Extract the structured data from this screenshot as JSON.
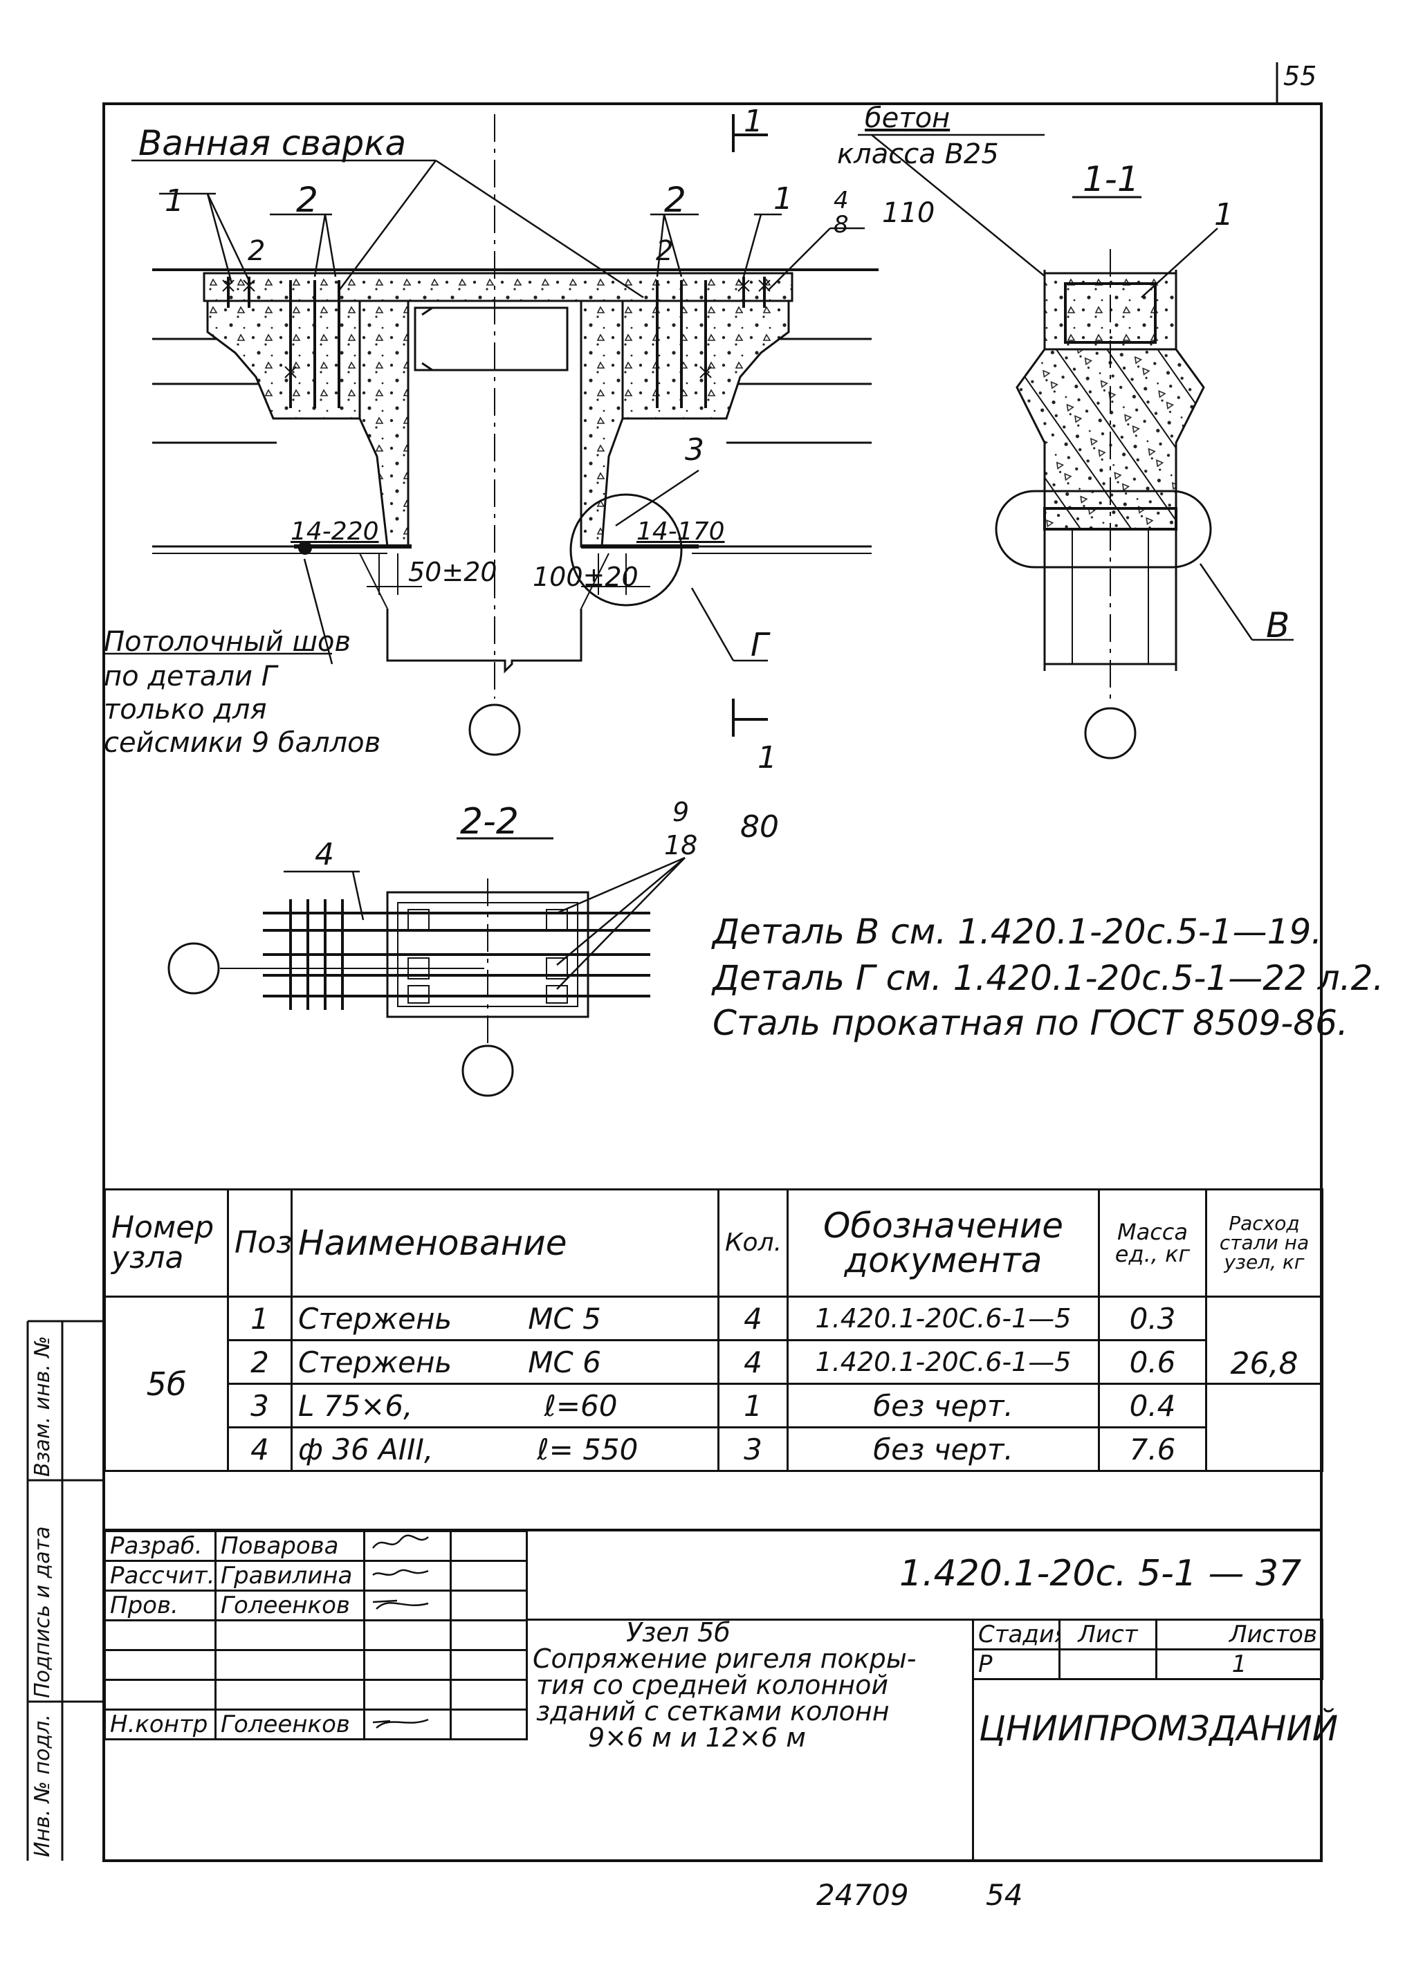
{
  "page_number": "55",
  "drawing": {
    "callouts": {
      "bath_welding": "Ванная сварка",
      "concrete_line1": "бетон",
      "concrete_line2": "класса В25",
      "section_1_1": "1-1",
      "section_2_2": "2-2",
      "section_mark": "1",
      "pos_1": "1",
      "pos_2": "2",
      "pos_3": "3",
      "pos_4": "4",
      "pos_2_small": "2",
      "rebar_top_num": "4",
      "rebar_top_den": "8",
      "rebar_top_len": "110",
      "rebar_22_num": "9",
      "rebar_22_den": "18",
      "rebar_22_len": "80",
      "weld_14_220": "14-220",
      "weld_14_170": "14-170",
      "dim_50": "50±20",
      "dim_100": "100±20",
      "detail_g": "Г",
      "detail_v": "В",
      "ceiling_weld_1": "Потолочный шов",
      "ceiling_weld_2": "по детали Г",
      "ceiling_weld_3": "только для",
      "ceiling_weld_4": "сейсмики 9 баллов"
    },
    "notes": [
      "Деталь В см. 1.420.1-20с.5-1—19.",
      "Деталь Г см. 1.420.1-20с.5-1—22 л.2.",
      "Сталь прокатная по ГОСТ 8509-86."
    ]
  },
  "spec_table": {
    "headers": {
      "node": "Номер узла",
      "pos": "Поз.",
      "name": "Наименование",
      "qty": "Кол.",
      "doc": "Обозначение документа",
      "mass": "Масса ед., кг",
      "steel": "Расход стали на узел, кг"
    },
    "node_number": "5б",
    "steel_total": "26,8",
    "rows": [
      {
        "pos": "1",
        "name": "Стержень",
        "mark": "МС 5",
        "qty": "4",
        "doc": "1.420.1-20С.6-1—5",
        "mass": "0.3"
      },
      {
        "pos": "2",
        "name": "Стержень",
        "mark": "МС 6",
        "qty": "4",
        "doc": "1.420.1-20С.6-1—5",
        "mass": "0.6"
      },
      {
        "pos": "3",
        "name": "L 75×6,",
        "mark": "ℓ=60",
        "qty": "1",
        "doc": "без черт.",
        "mass": "0.4"
      },
      {
        "pos": "4",
        "name": "ф 36 AIII,",
        "mark": "ℓ= 550",
        "qty": "3",
        "doc": "без черт.",
        "mass": "7.6"
      }
    ]
  },
  "title_block": {
    "roles": [
      {
        "role": "Разраб.",
        "name": "Поварова"
      },
      {
        "role": "Рассчит.",
        "name": "Гравилина"
      },
      {
        "role": "Пров.",
        "name": "Голеенков"
      },
      {
        "role": "",
        "name": ""
      },
      {
        "role": "",
        "name": ""
      },
      {
        "role": "",
        "name": ""
      },
      {
        "role": "Н.контр",
        "name": "Голеенков"
      }
    ],
    "doc_code": "1.420.1-20с. 5-1 — 37",
    "node_title_1": "Узел 5б",
    "node_title_2": "Сопряжение ригеля покры-",
    "node_title_3": "тия со средней колонной",
    "node_title_4": "зданий с сетками колонн",
    "node_title_5": "9×6 м и 12×6 м",
    "stage_label": "Стадия",
    "sheet_label": "Лист",
    "sheets_label": "Листов",
    "stage_value": "Р",
    "sheets_value": "1",
    "organization": "ЦНИИПРОМЗДАНИЙ"
  },
  "side_stamp": {
    "inv_orig": "Инв. № подл.",
    "sign_date": "Подпись и дата",
    "replace_inv": "Взам. инв. №"
  },
  "footer": {
    "number": "24709",
    "page": "54"
  }
}
